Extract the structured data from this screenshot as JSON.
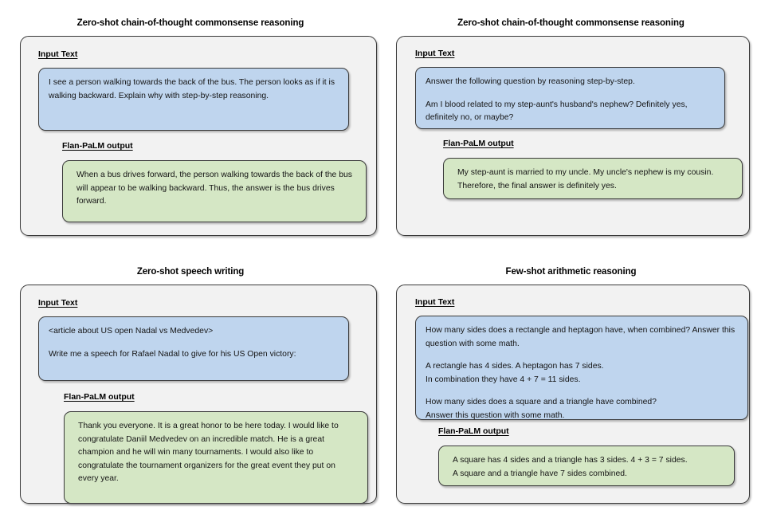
{
  "figure": {
    "input_label": "Input Text",
    "output_label": "Flan-PaLM output",
    "colors": {
      "input_bubble": "#bfd5ee",
      "output_bubble": "#d5e7c5",
      "card_background": "#f2f2f2",
      "border": "#3a3a3a",
      "page_background": "#ffffff"
    }
  },
  "panels": [
    {
      "title": "Zero-shot chain-of-thought commonsense reasoning",
      "input_label": "Input Text",
      "input_paragraphs": [
        "I see a person walking towards the back of the bus. The person looks as if it is walking backward. Explain why with step-by-step reasoning."
      ],
      "output_label": "Flan-PaLM output",
      "output_paragraphs": [
        "When a bus drives forward, the person walking towards the back of the bus will appear to be walking backward. Thus, the answer is the bus drives forward."
      ]
    },
    {
      "title": "Zero-shot chain-of-thought commonsense reasoning",
      "input_label": "Input Text",
      "input_paragraphs": [
        "Answer the following question by reasoning step-by-step.",
        "Am I blood related to my step-aunt's husband's nephew? Definitely yes, definitely no, or maybe?"
      ],
      "output_label": "Flan-PaLM output",
      "output_paragraphs": [
        "My step-aunt is married to my uncle. My uncle's nephew is my cousin. Therefore, the final answer is definitely yes."
      ]
    },
    {
      "title": "Zero-shot speech writing",
      "input_label": "Input Text",
      "input_paragraphs": [
        "<article about US open Nadal vs Medvedev>",
        "Write me a speech for Rafael Nadal to give for his US Open victory:"
      ],
      "output_label": "Flan-PaLM output",
      "output_paragraphs": [
        "Thank you everyone. It is a great honor to be here today. I would like to congratulate Daniil Medvedev on an incredible match. He is a great champion and he will win many tournaments. I would also like to congratulate the tournament organizers for the great event they put on every year."
      ]
    },
    {
      "title": "Few-shot arithmetic reasoning",
      "input_label": "Input Text",
      "input_paragraphs": [
        "How many sides does a rectangle and heptagon have, when combined? Answer this question with some math.",
        "A rectangle has 4 sides. A heptagon has 7 sides.\nIn combination they have 4 + 7 = 11 sides.",
        "How many sides does a square and a triangle have combined?\nAnswer this question with some math."
      ],
      "output_label": "Flan-PaLM output",
      "output_paragraphs": [
        "A square has 4 sides and a triangle has 3 sides. 4 + 3 = 7 sides.\nA square and a triangle have 7 sides combined."
      ]
    }
  ]
}
